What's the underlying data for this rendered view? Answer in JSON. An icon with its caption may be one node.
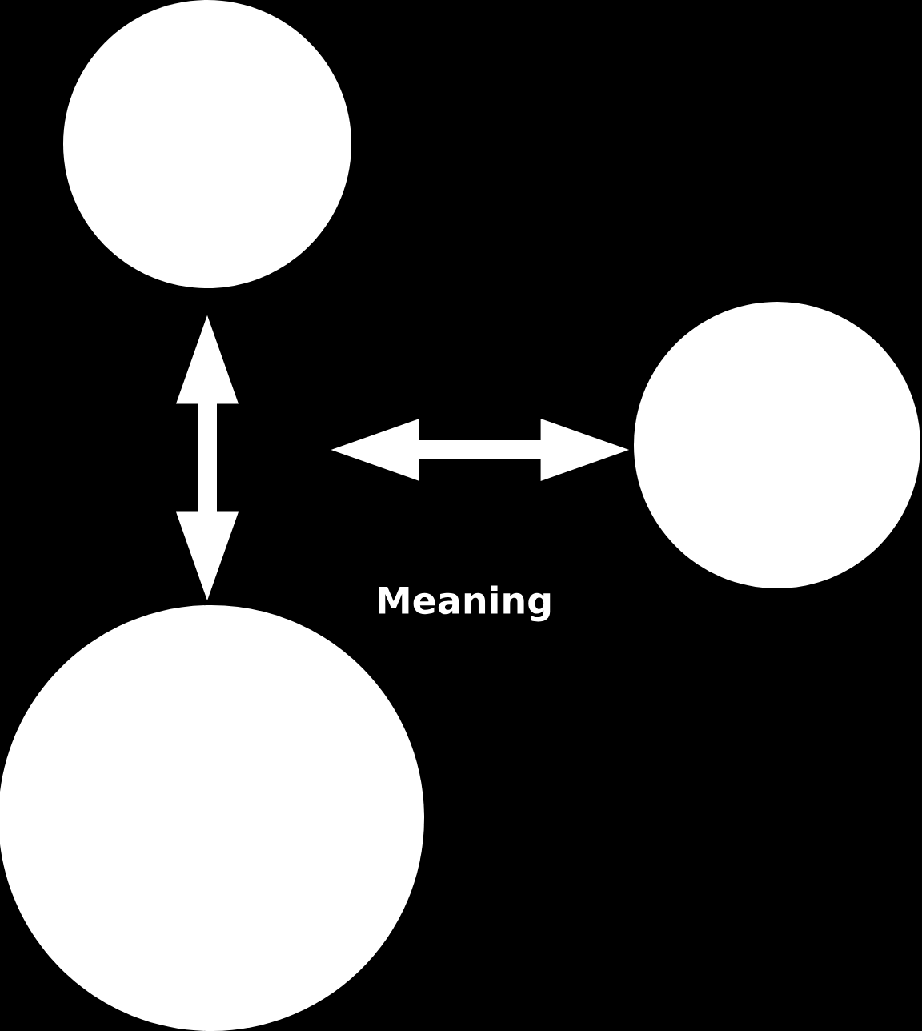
{
  "diagram": {
    "nodes": [
      {
        "text": [],
        "shape": "circle"
      },
      {
        "text": [],
        "shape": "circle"
      },
      {
        "text": [],
        "shape": "circle"
      }
    ],
    "edges": [
      {
        "from": 0,
        "to": 2,
        "arrow": "both"
      },
      {
        "from": null,
        "to": 1,
        "arrow": "both"
      }
    ],
    "labels": [
      "Meaning"
    ]
  }
}
